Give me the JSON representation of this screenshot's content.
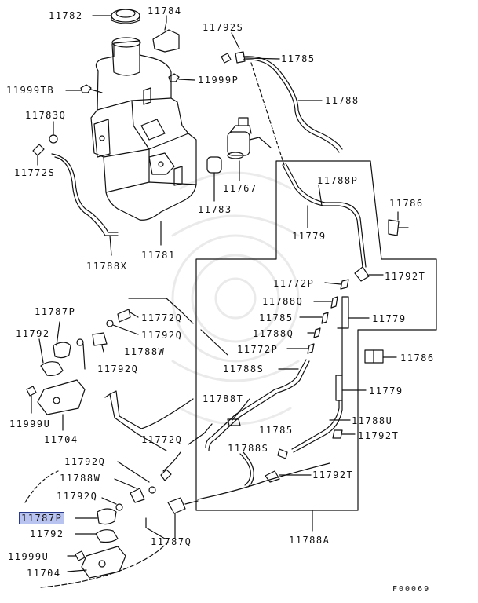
{
  "highlight_color": "#b9c3ef",
  "diagram_code": "F00069",
  "labels": {
    "l11782": "11782",
    "l11784": "11784",
    "l11792S": "11792S",
    "l11785a": "11785",
    "l11999TB": "11999TB",
    "l11999P": "11999P",
    "l11788": "11788",
    "l11783Q": "11783Q",
    "l11772S": "11772S",
    "l11767": "11767",
    "l11783": "11783",
    "l11788P": "11788P",
    "l11781": "11781",
    "l11779a": "11779",
    "l11786a": "11786",
    "l11788X": "11788X",
    "l11772Pa": "11772P",
    "l11792Ta": "11792T",
    "l11787Pa": "11787P",
    "l11788Qa": "11788Q",
    "l11772Qa": "11772Q",
    "l11792a": "11792",
    "l11792Qa": "11792Q",
    "l11785b": "11785",
    "l11779b": "11779",
    "l11788Qb": "11788Q",
    "l11788W": "11788W",
    "l11772Pb": "11772P",
    "l11792Qb": "11792Q",
    "l11786b": "11786",
    "l11788Sa": "11788S",
    "l11779c": "11779",
    "l11999Ua": "11999U",
    "l11788T": "11788T",
    "l11788U": "11788U",
    "l11704a": "11704",
    "l11785c": "11785",
    "l11792Tb": "11792T",
    "l11772Qb": "11772Q",
    "l11788Sb": "11788S",
    "l11792Qc": "11792Q",
    "l11788Wb": "11788W",
    "l11792Tc": "11792T",
    "l11792Qd": "11792Q",
    "l11787Pb": "11787P",
    "l11792b": "11792",
    "l11787Q": "11787Q",
    "l11788A": "11788A",
    "l11999Ub": "11999U",
    "l11704b": "11704"
  }
}
